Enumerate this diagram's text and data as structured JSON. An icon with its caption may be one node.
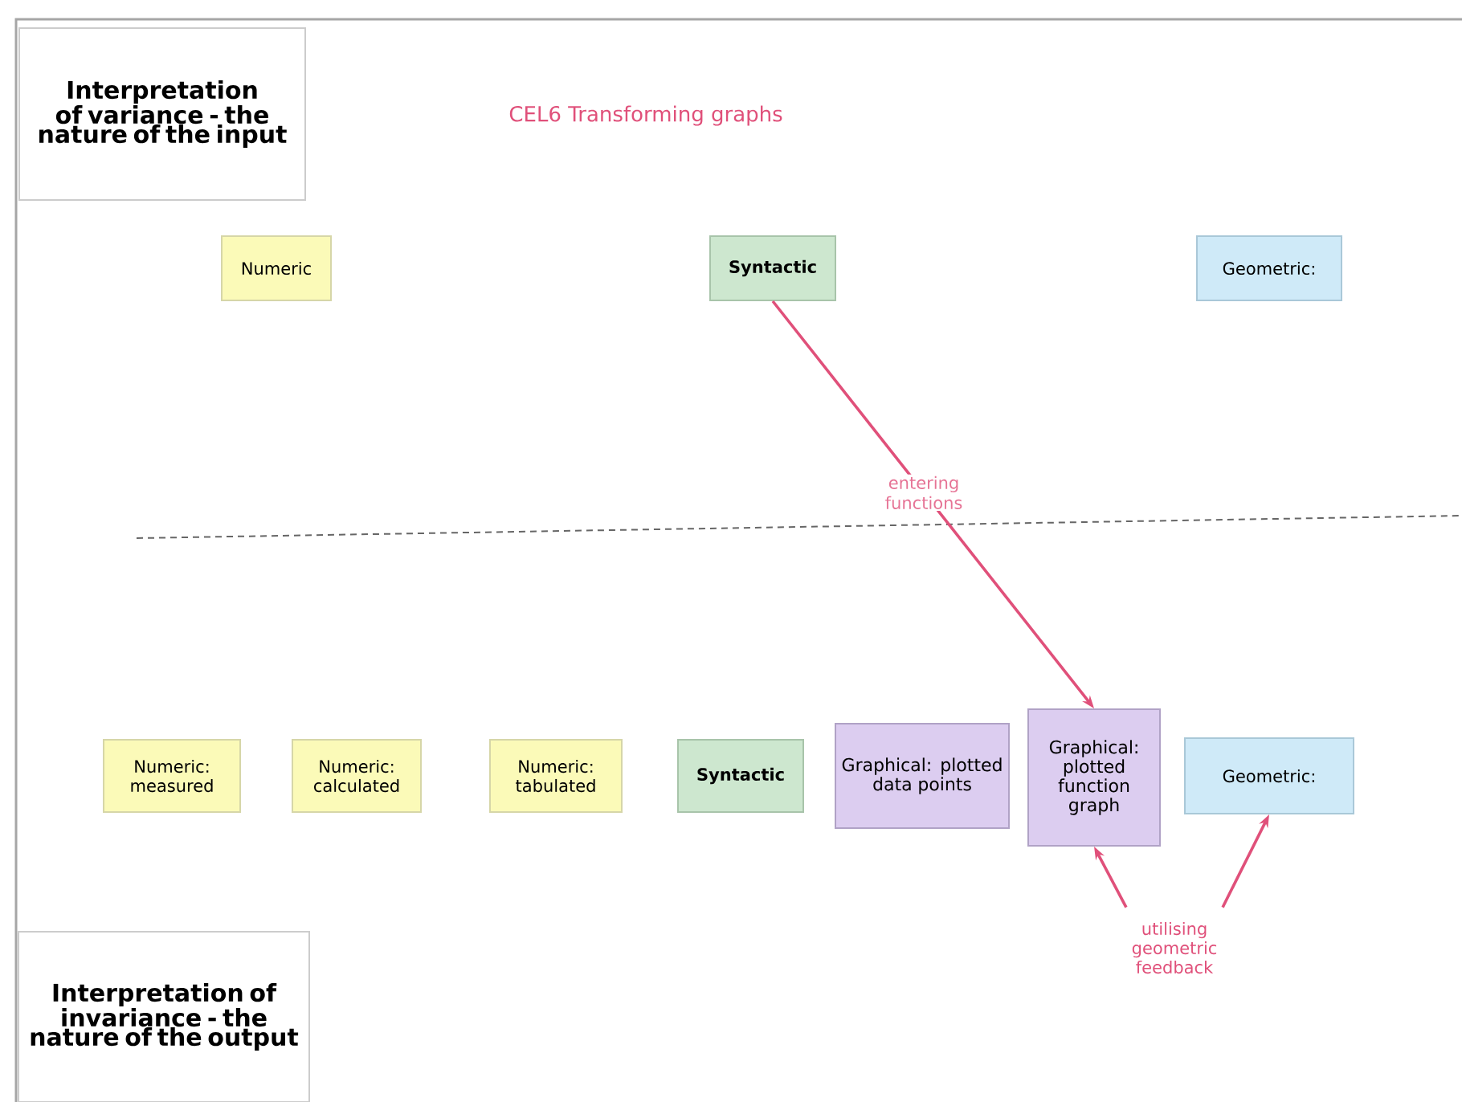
{
  "diagram": {
    "title": "CEL6 Transforming graphs",
    "nodes": [
      {
        "text": [
          "Interpretation of variance - the nature of the input"
        ]
      },
      {
        "text": [
          "Numeric"
        ]
      },
      {
        "text": [
          "Syntactic"
        ]
      },
      {
        "text": [
          "Geometric:"
        ]
      },
      {
        "text": [
          "Numeric: measured"
        ]
      },
      {
        "text": [
          "Numeric: calculated"
        ]
      },
      {
        "text": [
          "Numeric: tabulated"
        ]
      },
      {
        "text": [
          "Syntactic"
        ]
      },
      {
        "text": [
          "Graphical: plotted data points"
        ]
      },
      {
        "text": [
          "Graphical: plotted function graph"
        ]
      },
      {
        "text": [
          "Geometric:"
        ]
      },
      {
        "text": [
          "utilising geometric feedback"
        ]
      },
      {
        "text": [
          "Interpretation of invariance - the nature of the output"
        ]
      }
    ],
    "edges": [
      {
        "from": 2,
        "to": 9,
        "arrow": "to",
        "label": "entering functions"
      },
      {
        "from": 11,
        "to": 9,
        "arrow": "to"
      },
      {
        "from": 11,
        "to": 10,
        "arrow": "to"
      }
    ]
  }
}
